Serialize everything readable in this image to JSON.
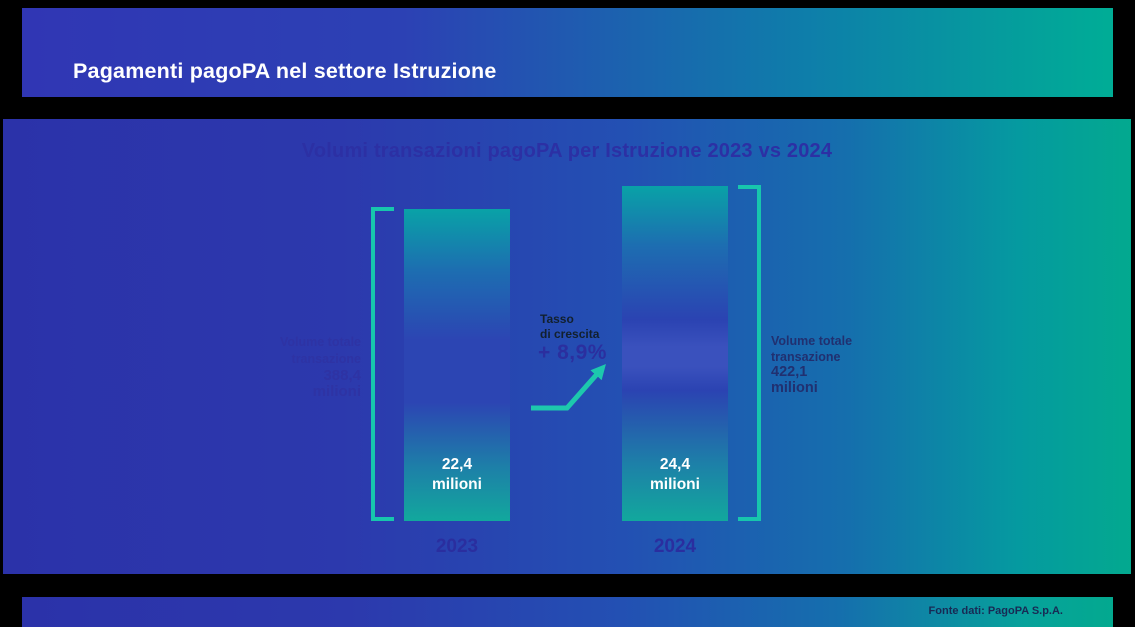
{
  "header": {
    "title": "Pagamenti pagoPA nel settore Istruzione"
  },
  "chart": {
    "title": "Volumi transazioni pagoPA per Istruzione 2023 vs 2024",
    "bars": [
      {
        "year": "2023",
        "value_line1": "22,4",
        "value_line2": "milioni"
      },
      {
        "year": "2024",
        "value_line1": "24,4",
        "value_line2": "milioni"
      }
    ],
    "left_annotation": {
      "line1": "Volume totale",
      "line2": "transazione",
      "value": "388,4",
      "unit": "milioni"
    },
    "right_annotation": {
      "line1": "Volume totale",
      "line2": "transazione",
      "value": "422,1",
      "unit": "milioni"
    },
    "growth": {
      "label_line1": "Tasso",
      "label_line2": "di crescita",
      "value": "+ 8,9%"
    }
  },
  "footer": {
    "source": "Fonte dati: PagoPA S.p.A."
  },
  "colors": {
    "accent_teal": "#17c6ad",
    "bar_teal": "#09a2a7",
    "deep_blue": "#2b32a9",
    "gradient_end_teal": "#03a98f",
    "title_ink": "#2c30a4",
    "white": "#ffffff"
  },
  "chart_data": {
    "type": "bar",
    "title": "Volumi transazioni pagoPA per Istruzione 2023 vs 2024",
    "categories": [
      "2023",
      "2024"
    ],
    "values": [
      22.4,
      24.4
    ],
    "unit": "milioni di transazioni",
    "growth_rate_pct": 8.9,
    "annotations": {
      "total_volume_2023_milioni": 388.4,
      "total_volume_2024_milioni": 422.1,
      "growth_label": "Tasso di crescita + 8,9%"
    },
    "data_labels": [
      "22,4 milioni",
      "24,4 milioni"
    ],
    "legend": false,
    "grid": false,
    "ylim": [
      0,
      26
    ],
    "source": "Fonte dati: PagoPA S.p.A."
  }
}
